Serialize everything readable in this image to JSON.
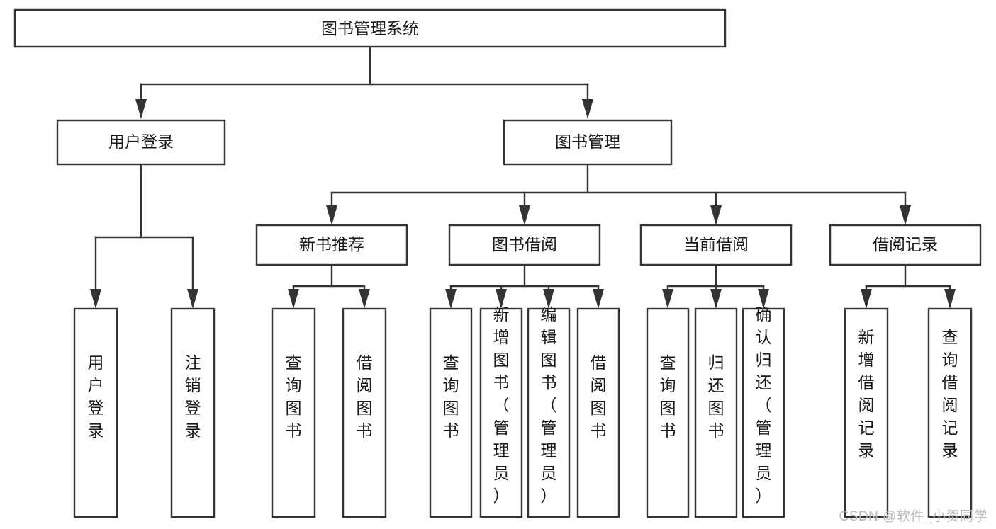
{
  "diagram": {
    "type": "tree-hierarchy",
    "title": "图书管理系统",
    "orientation": "top-down",
    "colors": {
      "box_stroke": "#333333",
      "box_fill": "#ffffff",
      "text": "#1a1a1a",
      "background": "#ffffff",
      "watermark": "#b9b9b9"
    },
    "levels": [
      {
        "level": 1,
        "nodes": [
          {
            "id": "root",
            "label": "图书管理系统",
            "orientation": "horizontal"
          }
        ]
      },
      {
        "level": 2,
        "nodes": [
          {
            "id": "login",
            "label": "用户登录",
            "parent": "root",
            "orientation": "horizontal"
          },
          {
            "id": "bookmgmt",
            "label": "图书管理",
            "parent": "root",
            "orientation": "horizontal"
          }
        ]
      },
      {
        "level": 3,
        "nodes": [
          {
            "id": "newbook",
            "label": "新书推荐",
            "parent": "bookmgmt",
            "orientation": "horizontal"
          },
          {
            "id": "borrow",
            "label": "图书借阅",
            "parent": "bookmgmt",
            "orientation": "horizontal"
          },
          {
            "id": "current",
            "label": "当前借阅",
            "parent": "bookmgmt",
            "orientation": "horizontal"
          },
          {
            "id": "records",
            "label": "借阅记录",
            "parent": "bookmgmt",
            "orientation": "horizontal"
          }
        ]
      },
      {
        "level": 4,
        "nodes": [
          {
            "id": "leaf-1",
            "label": "用户登录",
            "parent": "login",
            "orientation": "vertical"
          },
          {
            "id": "leaf-2",
            "label": "注销登录",
            "parent": "login",
            "orientation": "vertical"
          },
          {
            "id": "leaf-3",
            "label": "查询图书",
            "parent": "newbook",
            "orientation": "vertical"
          },
          {
            "id": "leaf-4",
            "label": "借阅图书",
            "parent": "newbook",
            "orientation": "vertical"
          },
          {
            "id": "leaf-5",
            "label": "查询图书",
            "parent": "borrow",
            "orientation": "vertical"
          },
          {
            "id": "leaf-6",
            "label": "新增图书（管理员）",
            "parent": "borrow",
            "orientation": "vertical"
          },
          {
            "id": "leaf-7",
            "label": "编辑图书（管理员）",
            "parent": "borrow",
            "orientation": "vertical"
          },
          {
            "id": "leaf-8",
            "label": "借阅图书",
            "parent": "borrow",
            "orientation": "vertical"
          },
          {
            "id": "leaf-9",
            "label": "查询图书",
            "parent": "current",
            "orientation": "vertical"
          },
          {
            "id": "leaf-10",
            "label": "归还图书",
            "parent": "current",
            "orientation": "vertical"
          },
          {
            "id": "leaf-11",
            "label": "确认归还（管理员）",
            "parent": "current",
            "orientation": "vertical"
          },
          {
            "id": "leaf-12",
            "label": "新增借阅记录",
            "parent": "records",
            "orientation": "vertical"
          },
          {
            "id": "leaf-13",
            "label": "查询借阅记录",
            "parent": "records",
            "orientation": "vertical"
          }
        ]
      }
    ]
  },
  "watermark": {
    "text": "CSDN @软件_小贺同学"
  }
}
